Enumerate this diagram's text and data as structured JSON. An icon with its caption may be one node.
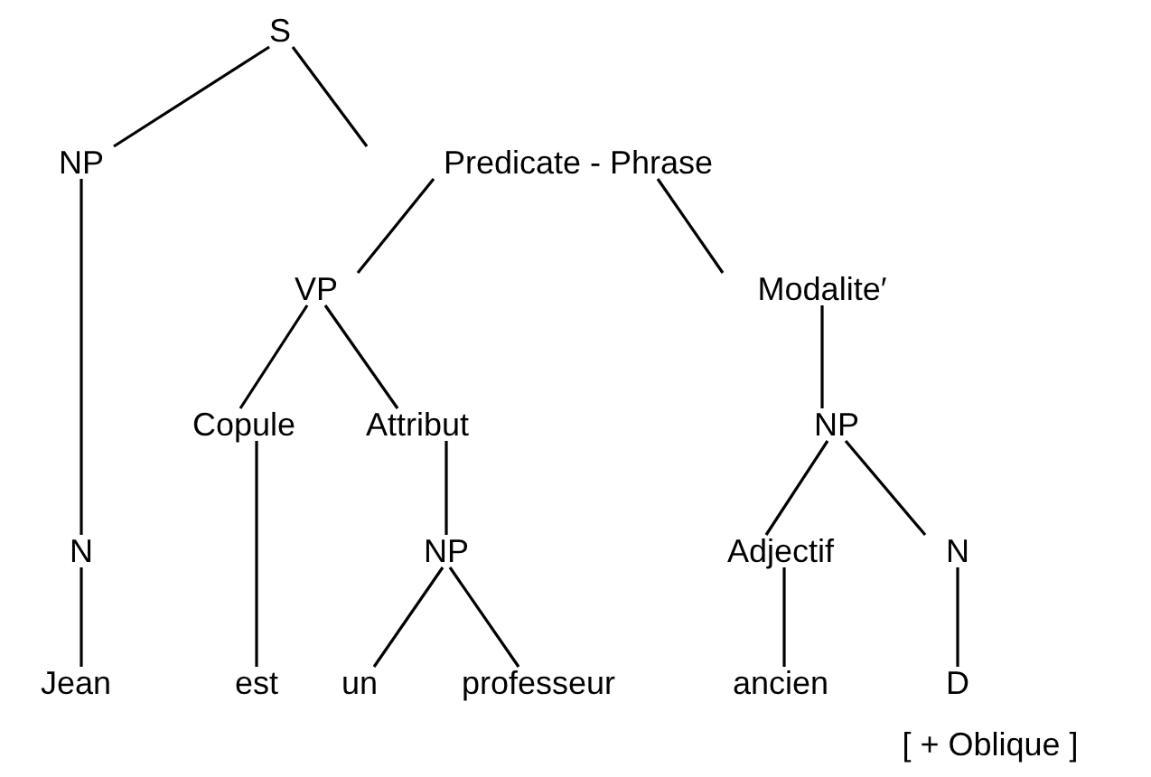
{
  "diagram": {
    "nodes": [
      {
        "text": [
          "S"
        ]
      },
      {
        "text": [
          "NP"
        ]
      },
      {
        "text": [
          "Predicate - Phrase"
        ]
      },
      {
        "text": [
          "VP"
        ]
      },
      {
        "text": [
          "Modalite′"
        ]
      },
      {
        "text": [
          "Copule"
        ]
      },
      {
        "text": [
          "Attribut"
        ]
      },
      {
        "text": [
          "NP"
        ]
      },
      {
        "text": [
          "N"
        ]
      },
      {
        "text": [
          "NP"
        ]
      },
      {
        "text": [
          "Adjectif"
        ]
      },
      {
        "text": [
          "N"
        ]
      },
      {
        "text": [
          "Jean"
        ]
      },
      {
        "text": [
          "est"
        ]
      },
      {
        "text": [
          "un"
        ]
      },
      {
        "text": [
          "professeur"
        ]
      },
      {
        "text": [
          "ancien"
        ]
      },
      {
        "text": [
          "D"
        ],
        "beside": [
          "[ + Oblique ]"
        ]
      }
    ],
    "edges": [
      {
        "from": 0,
        "to": 1,
        "arrow": "none"
      },
      {
        "from": 0,
        "to": 2,
        "arrow": "none"
      },
      {
        "from": 1,
        "to": 8,
        "arrow": "none"
      },
      {
        "from": 8,
        "to": 12,
        "arrow": "none"
      },
      {
        "from": 2,
        "to": 3,
        "arrow": "none"
      },
      {
        "from": 2,
        "to": 4,
        "arrow": "none"
      },
      {
        "from": 3,
        "to": 5,
        "arrow": "none"
      },
      {
        "from": 3,
        "to": 6,
        "arrow": "none"
      },
      {
        "from": 5,
        "to": 13,
        "arrow": "none"
      },
      {
        "from": 6,
        "to": 9,
        "arrow": "none"
      },
      {
        "from": 9,
        "to": 14,
        "arrow": "none"
      },
      {
        "from": 9,
        "to": 15,
        "arrow": "none"
      },
      {
        "from": 4,
        "to": 7,
        "arrow": "none"
      },
      {
        "from": 7,
        "to": 10,
        "arrow": "none"
      },
      {
        "from": 7,
        "to": 11,
        "arrow": "none"
      },
      {
        "from": 10,
        "to": 16,
        "arrow": "none"
      },
      {
        "from": 11,
        "to": 17,
        "arrow": "none"
      }
    ]
  }
}
